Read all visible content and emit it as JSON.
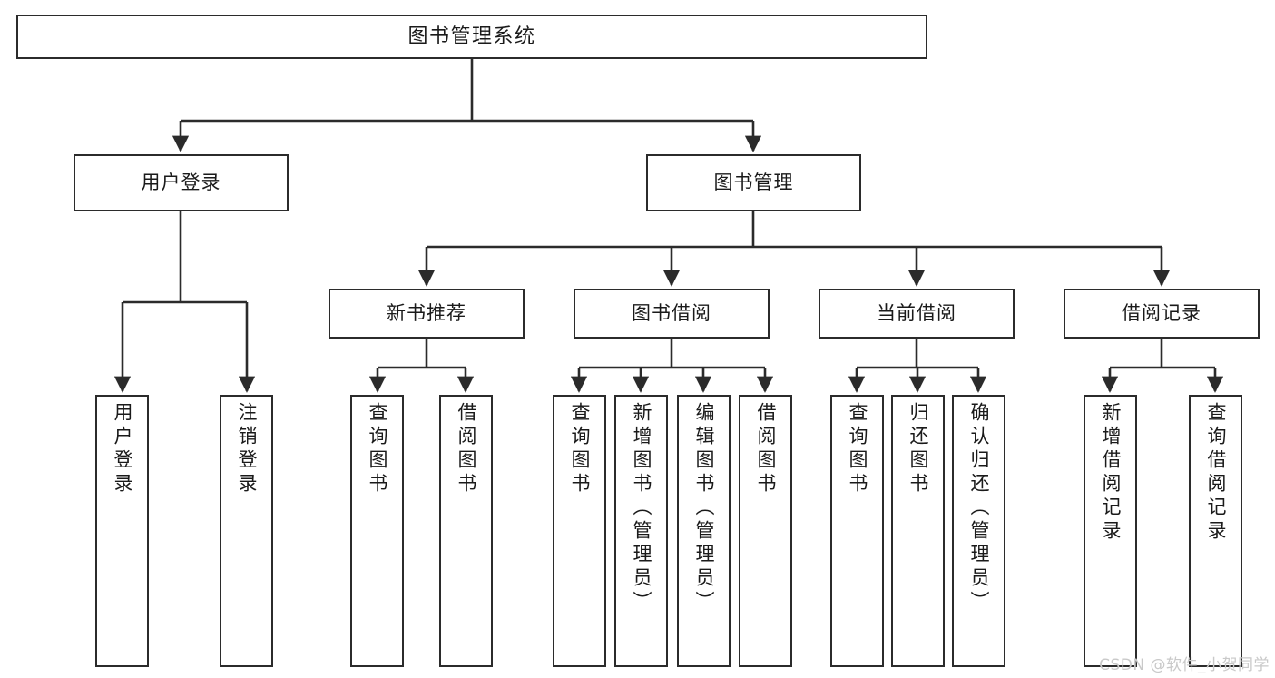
{
  "diagram": {
    "title": "图书管理系统",
    "type": "tree",
    "line_color": "#2b2b2b",
    "box_fill": "#ffffff",
    "text_color": "#1a1a1a",
    "watermark": "CSDN @软件_小贺同学"
  },
  "root": {
    "label": "图书管理系统"
  },
  "level2": [
    {
      "label": "用户登录"
    },
    {
      "label": "图书管理"
    }
  ],
  "level3": [
    {
      "label": "新书推荐"
    },
    {
      "label": "图书借阅"
    },
    {
      "label": "当前借阅"
    },
    {
      "label": "借阅记录"
    }
  ],
  "leaves": {
    "user_login": [
      {
        "label": "用户登录"
      },
      {
        "label": "注销登录"
      }
    ],
    "new_book_recommend": [
      {
        "label": "查询图书"
      },
      {
        "label": "借阅图书"
      }
    ],
    "book_borrow": [
      {
        "label": "查询图书"
      },
      {
        "label": "新增图书（管理员）"
      },
      {
        "label": "编辑图书（管理员）"
      },
      {
        "label": "借阅图书"
      }
    ],
    "current_borrow": [
      {
        "label": "查询图书"
      },
      {
        "label": "归还图书"
      },
      {
        "label": "确认归还（管理员）"
      }
    ],
    "borrow_record": [
      {
        "label": "新增借阅记录"
      },
      {
        "label": "查询借阅记录"
      }
    ]
  }
}
